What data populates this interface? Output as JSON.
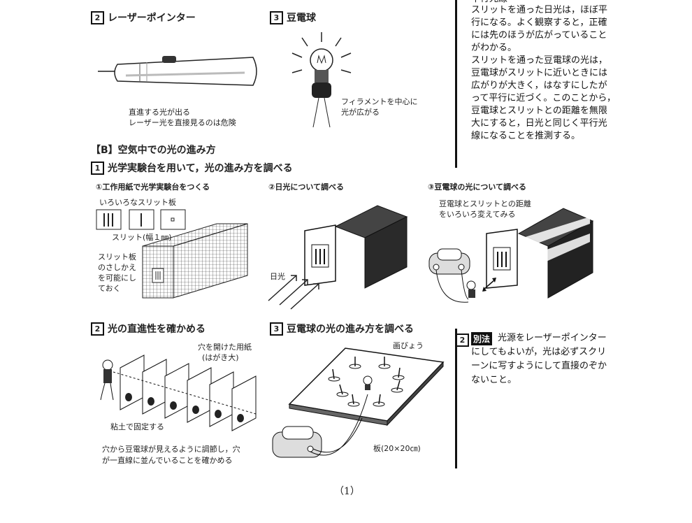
{
  "sections": {
    "laser": {
      "num": "2",
      "title": "レーザーポインター",
      "caption1": "直進する光が出る",
      "caption2": "レーザー光を直接見るのは危険"
    },
    "bulb": {
      "num": "3",
      "title": "豆電球",
      "caption1": "フィラメントを中心に",
      "caption2": "光が広がる"
    },
    "b_header": "【B】空気中での光の進み方",
    "exp1": {
      "num": "1",
      "title": "光学実験台を用いて，光の進み方を調べる"
    },
    "step1": {
      "title": "①工作用紙で光学実験台をつくる",
      "slit_plates": "いろいろなスリット板",
      "slit_width": "スリット(幅１㎜)",
      "holder_l1": "スリット板",
      "holder_l2": "のさしかえ",
      "holder_l3": "を可能にし",
      "holder_l4": "ておく"
    },
    "step2": {
      "title": "②日光について調べる",
      "sunlight": "日光"
    },
    "step3": {
      "title": "③豆電球の光について調べる",
      "note1": "豆電球とスリットとの距離",
      "note2": "をいろいろ変えてみる"
    },
    "exp2": {
      "num": "2",
      "title": "光の直進性を確かめる",
      "paper1": "穴を開けた用紙",
      "paper2": "(はがき大)",
      "clay": "粘土で固定する",
      "cap1": "穴から豆電球が見えるように調節し，穴",
      "cap2": "が一直線に並んでいることを確かめる"
    },
    "exp3": {
      "num": "3",
      "title": "豆電球の光の進み方を調べる",
      "pin": "画びょう",
      "board": "板(20×20㎝)"
    }
  },
  "side_notes": {
    "note1": {
      "heading": "平行光線",
      "lines": [
        "スリットを通った日光は，ほぼ平",
        "行になる。よく観察すると，正確",
        "には先のほうが広がっていること",
        "がわかる。",
        "スリットを通った豆電球の光は，",
        "豆電球がスリットに近いときには",
        "広がりが大きく，はなすにしたが",
        "って平行に近づく。このことから，",
        "豆電球とスリットとの距離を無限",
        "大にすると，日光と同じく平行光",
        "線になることを推測する。"
      ]
    },
    "note2": {
      "num": "2",
      "tag": "別法",
      "lines": [
        "光源をレーザーポインター",
        "にしてもよいが，光は必ずスクリ",
        "ーンに写すようにして直接のぞか",
        "ないこと。"
      ]
    }
  },
  "page_number": "（1）"
}
